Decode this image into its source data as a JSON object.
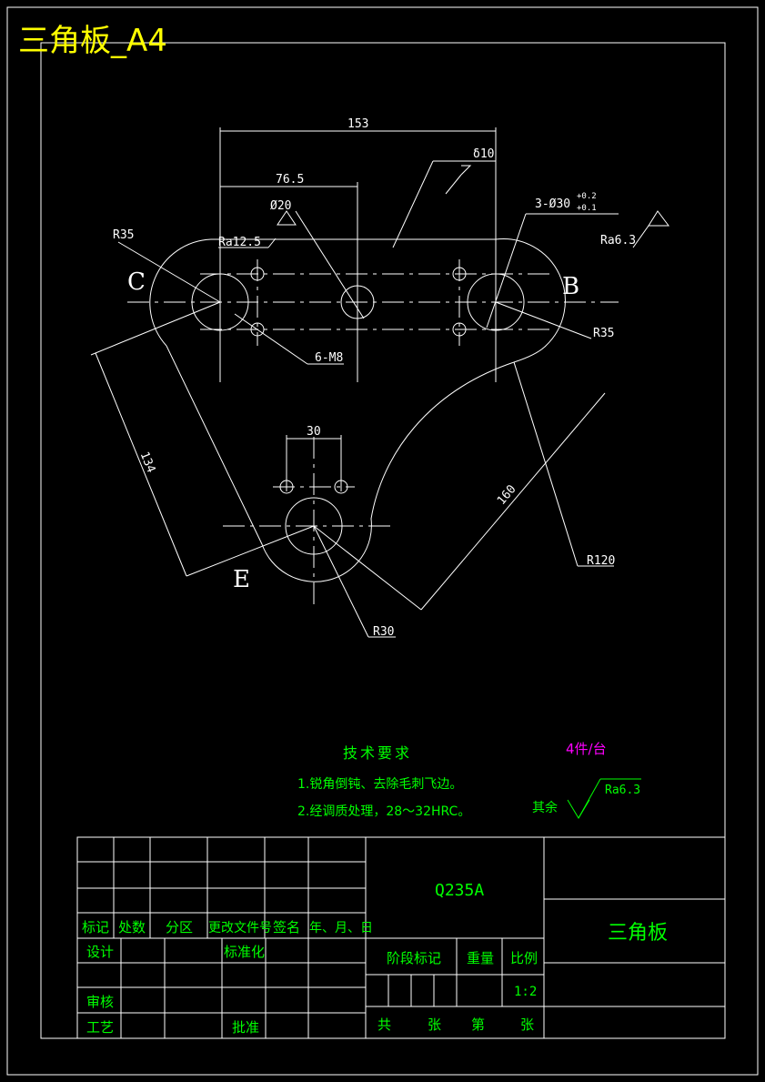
{
  "title": "三角板_A4",
  "drawing": {
    "labels": {
      "c": "C",
      "b": "B",
      "e": "E"
    },
    "dims": {
      "d153": "153",
      "d76": "76.5",
      "d_delta": "δ10",
      "d_phi20": "Ø20",
      "d_r35_left": "R35",
      "d_ra125": "Ra12.5",
      "d_3phi30": "3-Ø30",
      "d_tol_upper": "+0.2",
      "d_tol_lower": "+0.1",
      "d_ra63": "Ra6.3",
      "d_r35_right": "R35",
      "d_6m8": "6-M8",
      "d30": "30",
      "d134": "134",
      "d160": "160",
      "d_r120": "R120",
      "d_r30": "R30"
    }
  },
  "notes": {
    "heading": "技术要求",
    "line1": "1.锐角倒钝、去除毛刺飞边。",
    "line2": "2.经调质处理，28～32HRC。",
    "qty": "4件/台",
    "rest": "其余",
    "rest_ra": "Ra6.3"
  },
  "titleblock": {
    "material": "Q235A",
    "part_name": "三角板",
    "headers": [
      "标记",
      "处数",
      "分区",
      "更改文件号",
      "签名",
      "年、月、日"
    ],
    "design": "设计",
    "standard": "标准化",
    "review": "审核",
    "process": "工艺",
    "approve": "批准",
    "stage": "阶段标记",
    "weight": "重量",
    "scale_label": "比例",
    "scale": "1:2",
    "total": "共",
    "sheets": "张",
    "number": "第",
    "sheet": "张"
  },
  "colors": {
    "background": "#000000",
    "lines": "#ffffff",
    "text": "#00ff00",
    "title": "#ffff00",
    "qty": "#ff00ff"
  }
}
